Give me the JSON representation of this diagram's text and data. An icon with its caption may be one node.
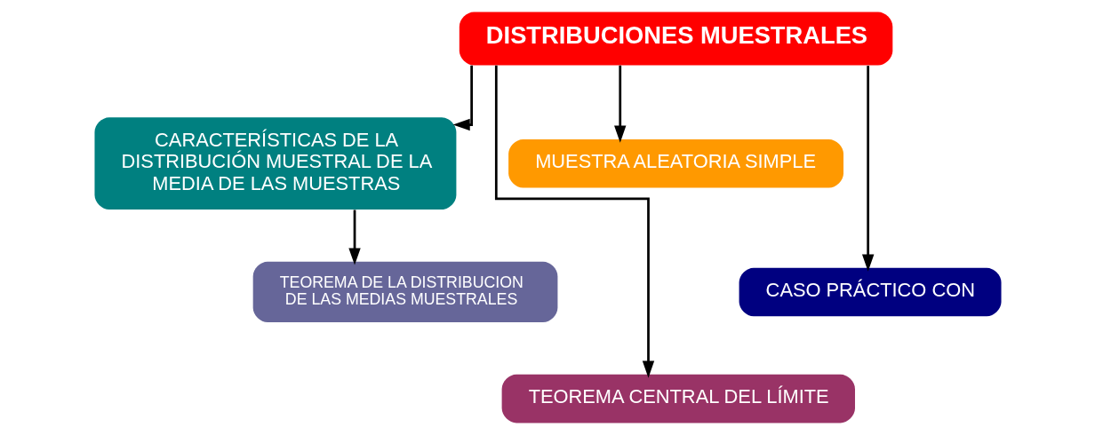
{
  "diagram": {
    "nodes": [
      {
        "text": [
          "DISTRIBUCIONES MUESTRALES"
        ]
      },
      {
        "text": [
          "CARACTERÍSTICAS DE LA DISTRIBUCIÓN MUESTRAL DE LA MEDIA DE LAS MUESTRAS"
        ]
      },
      {
        "text": [
          "MUESTRA ALEATORIA SIMPLE"
        ]
      },
      {
        "text": [
          "TEOREMA DE LA DISTRIBUCION DE LAS MEDIAS MUESTRALES"
        ]
      },
      {
        "text": [
          "CASO PRÁCTICO CON"
        ]
      },
      {
        "text": [
          "TEOREMA CENTRAL DEL LÍMITE"
        ]
      }
    ],
    "edges": [
      {
        "from": 0,
        "to": 1,
        "arrow": "to"
      },
      {
        "from": 0,
        "to": 2,
        "arrow": "to"
      },
      {
        "from": 1,
        "to": 3,
        "arrow": "to"
      },
      {
        "from": 0,
        "to": 4,
        "arrow": "to"
      },
      {
        "from": 0,
        "to": 5,
        "arrow": "to"
      }
    ]
  }
}
